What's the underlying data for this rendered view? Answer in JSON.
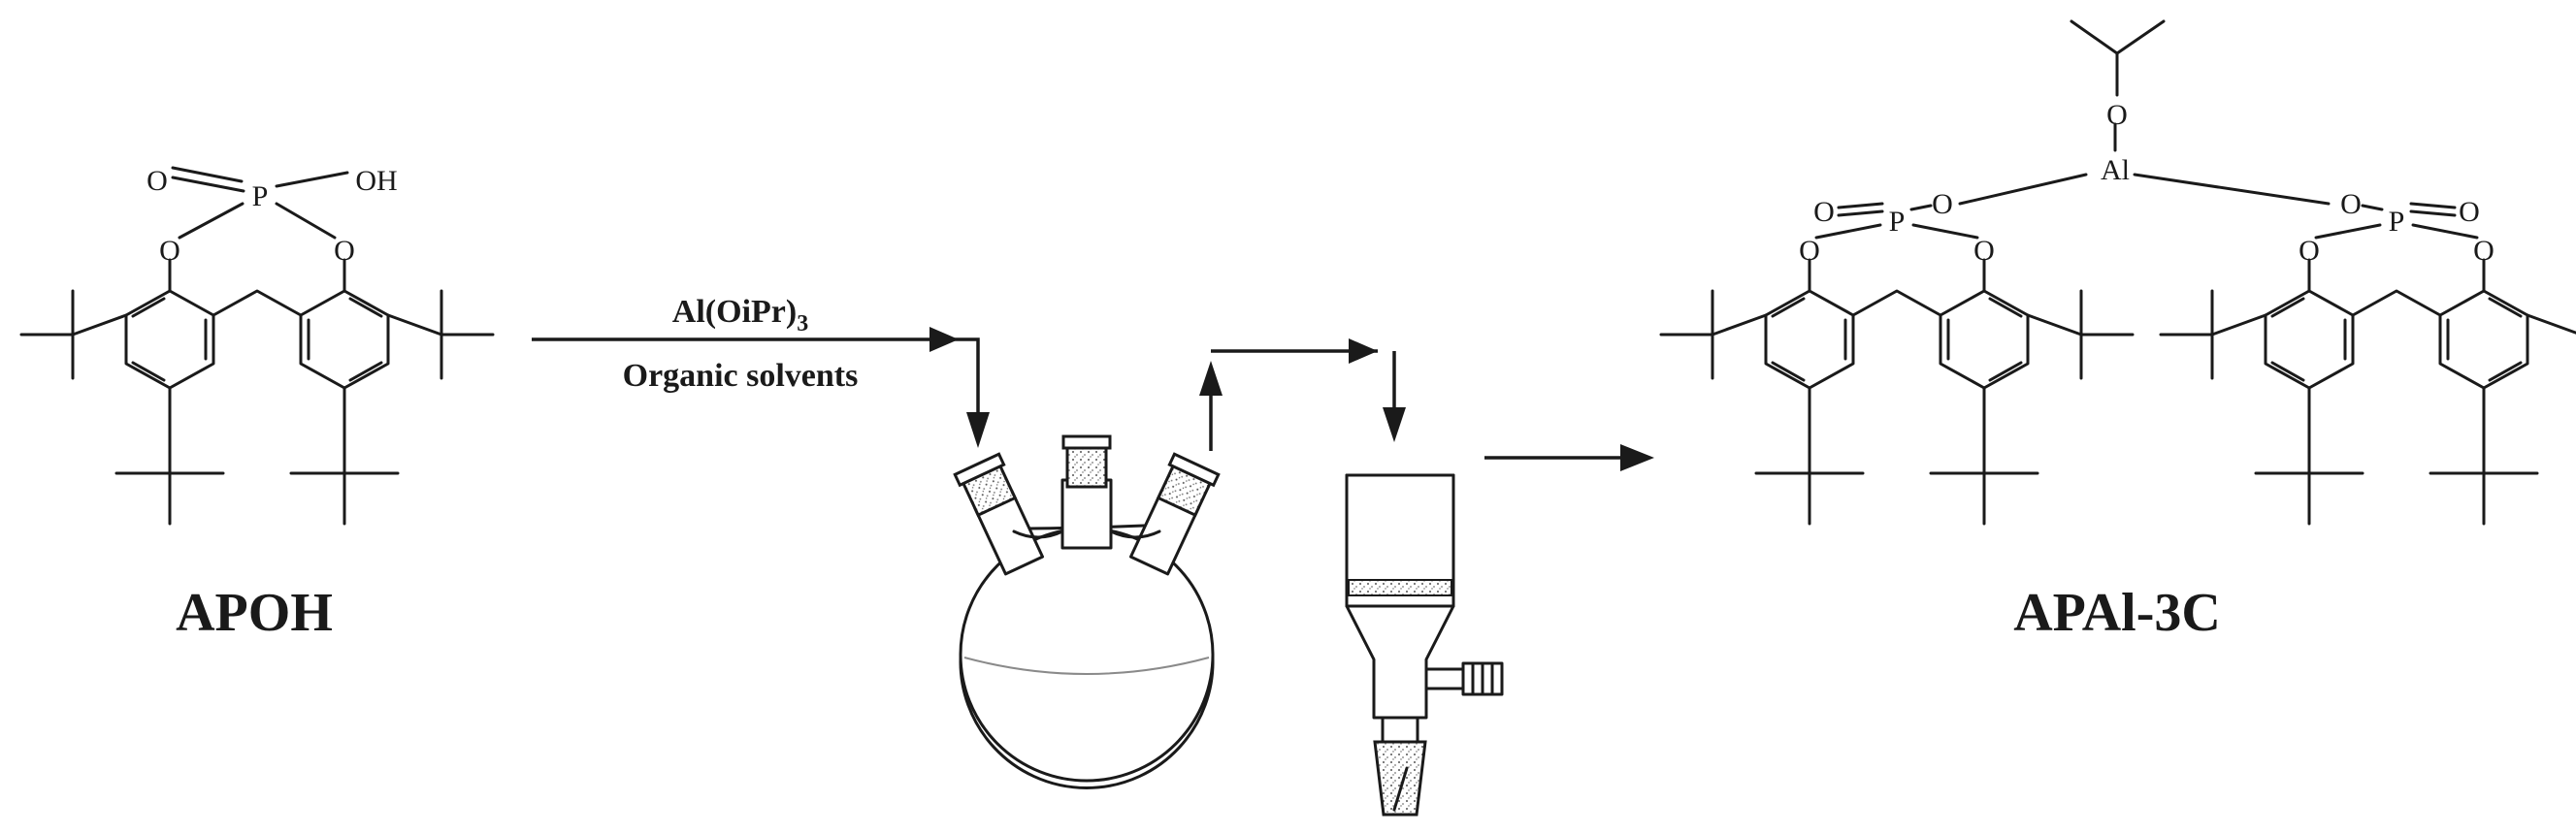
{
  "reactant": {
    "label": "APOH",
    "atoms": {
      "phosphorus": "P",
      "oxygen": "O",
      "hydroxyl": "OH"
    }
  },
  "conditions": {
    "reagent_main": "Al(OiPr)",
    "reagent_subscript": "3",
    "solvent": "Organic solvents"
  },
  "product": {
    "label": "APAl-3C",
    "atoms": {
      "aluminium": "Al",
      "phosphorus": "P",
      "oxygen": "O"
    }
  }
}
